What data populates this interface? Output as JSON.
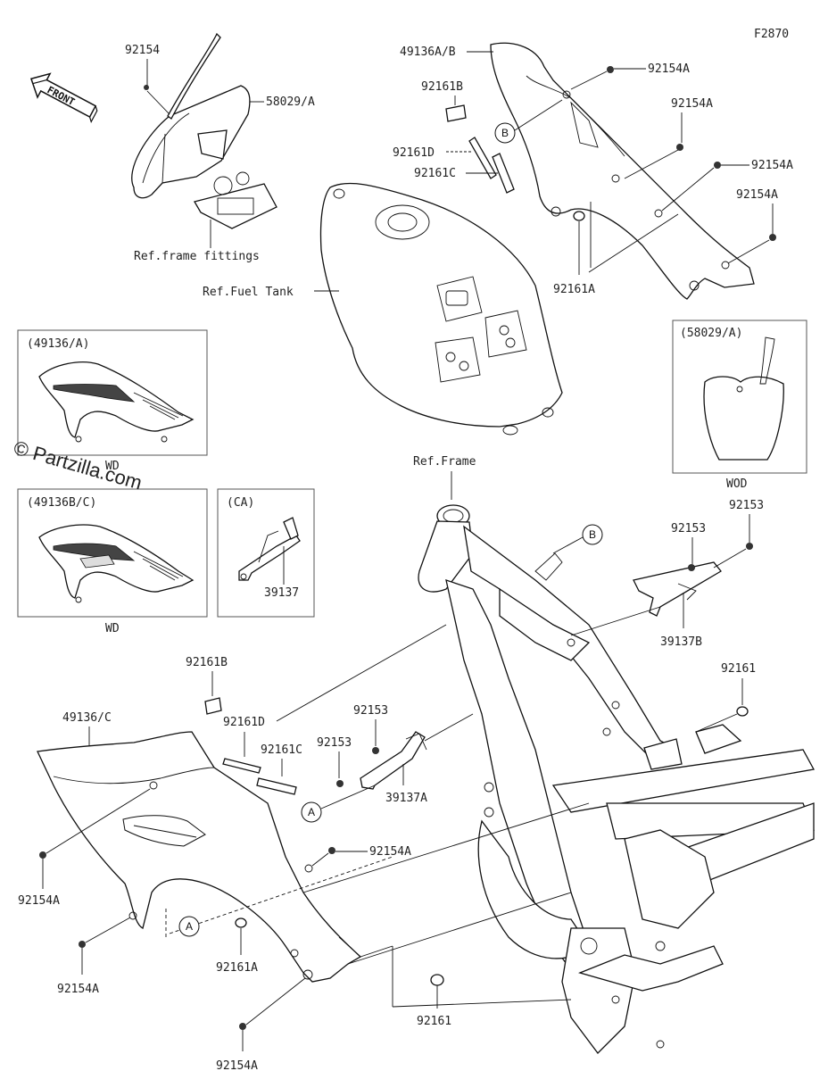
{
  "figure_code": "F2870",
  "front_label": "FRONT",
  "watermark": "© Partzilla.com",
  "refs": {
    "frame_fittings": "Ref.frame fittings",
    "fuel_tank": "Ref.Fuel Tank",
    "frame": "Ref.Frame"
  },
  "callouts": {
    "p92154_top": "92154",
    "p58029A": "58029/A",
    "p49136AB": "49136A/B",
    "p92154A_1": "92154A",
    "p92154A_2": "92154A",
    "p92154A_3": "92154A",
    "p92154A_4": "92154A",
    "p92161B_top": "92161B",
    "p92161D_top": "92161D",
    "p92161C_top": "92161C",
    "p92161A_top": "92161A",
    "p92153_r1": "92153",
    "p92153_r2": "92153",
    "p39137B": "39137B",
    "p92161_right": "92161",
    "p92161B_low": "92161B",
    "p92161D_low": "92161D",
    "p92161C_low": "92161C",
    "p92153_m1": "92153",
    "p92153_m2": "92153",
    "p39137A": "39137A",
    "p49136C": "49136/C",
    "p92154A_l1": "92154A",
    "p92154A_l2": "92154A",
    "p92154A_l3": "92154A",
    "p92154A_mid": "92154A",
    "p92161A_low": "92161A",
    "p92161_low": "92161"
  },
  "insets": {
    "inset1_title": "(49136/A)",
    "inset1_caption": "WD",
    "inset2_title": "(49136B/C)",
    "inset2_caption": "WD",
    "inset3_title": "(CA)",
    "inset3_part": "39137",
    "inset4_title": "(58029/A)",
    "inset4_caption": "WOD"
  },
  "markers": {
    "b_top": "B",
    "b_frame": "B",
    "a_mid": "A",
    "a_low": "A"
  }
}
